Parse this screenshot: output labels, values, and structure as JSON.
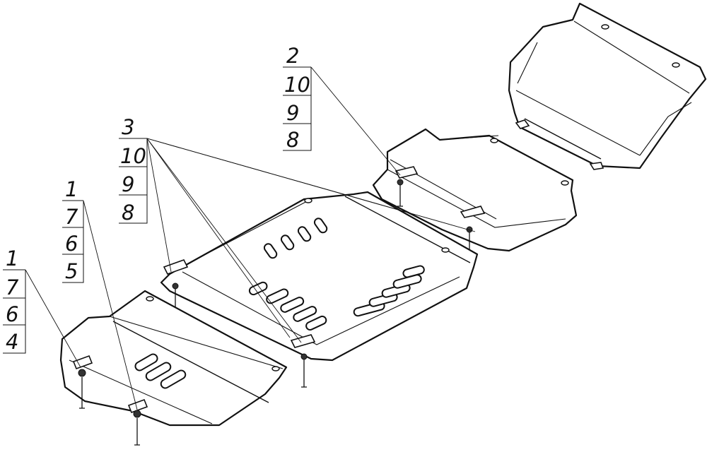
{
  "callouts": [
    {
      "id": "c2",
      "labels": [
        "2",
        "10",
        "9",
        "8"
      ]
    },
    {
      "id": "c3",
      "labels": [
        "3",
        "10",
        "9",
        "8"
      ]
    },
    {
      "id": "c1a",
      "labels": [
        "1",
        "7",
        "6",
        "5"
      ]
    },
    {
      "id": "c1b",
      "labels": [
        "1",
        "7",
        "6",
        "4"
      ]
    }
  ]
}
